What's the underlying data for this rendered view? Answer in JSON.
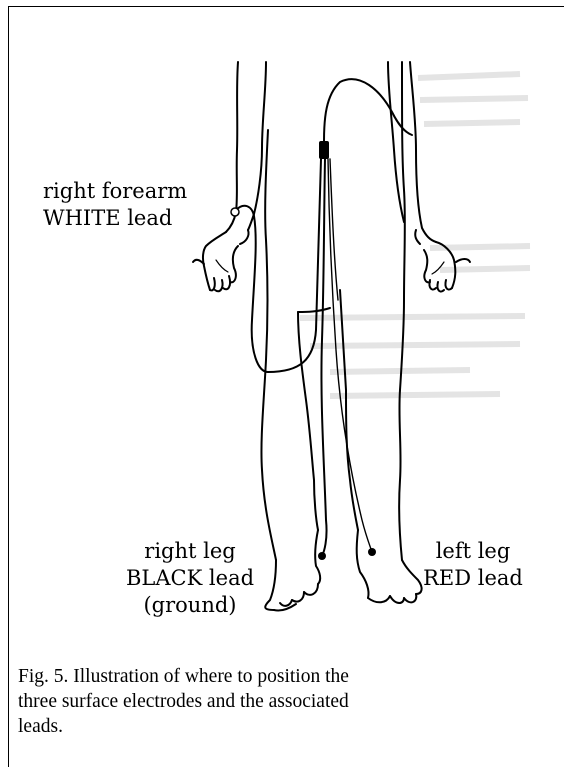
{
  "figure": {
    "labels": {
      "right_forearm": {
        "line1": "right forearm",
        "line2": "WHITE lead"
      },
      "right_leg": {
        "line1": "right leg",
        "line2": "BLACK lead",
        "line3": "(ground)"
      },
      "left_leg": {
        "line1": "left leg",
        "line2": "RED lead"
      }
    }
  },
  "caption": {
    "line1": "Fig. 5.  Illustration of where to position the",
    "line2": "three surface electrodes and the associated",
    "line3": "leads."
  }
}
